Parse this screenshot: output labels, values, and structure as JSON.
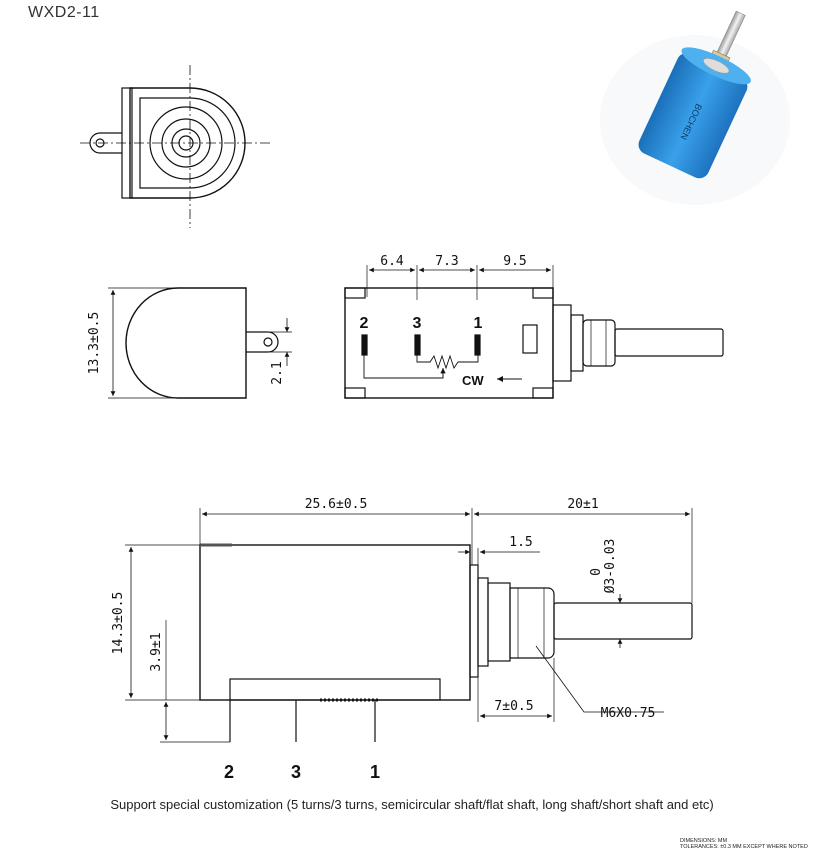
{
  "title": "WXD2-11",
  "caption": "Support special customization (5 turns/3 turns, semicircular shaft/flat shaft, long shaft/short shaft and etc)",
  "notes": {
    "line1": "DIMENSIONS: MM",
    "line2": "TOLERANCES: ±0.3 MM EXCEPT WHERE NOTED"
  },
  "product_photo": {
    "label": "BOCHEN",
    "body_color": "#2a8ad6",
    "shaft_color": "#c8c8c8"
  },
  "side_view": {
    "height_label": "13.3±0.5",
    "tab_label": "2.1"
  },
  "front_view": {
    "spacing_labels": [
      "6.4",
      "7.3",
      "9.5"
    ],
    "pin_labels": [
      "2",
      "3",
      "1"
    ],
    "direction_label": "CW"
  },
  "bottom_view": {
    "body_length": "25.6±0.5",
    "shaft_length": "20±1",
    "flange_thickness": "1.5",
    "shaft_dia_tol_upper": "0",
    "shaft_dia_tol_lower": "Ø3-0.03",
    "overall_height": "14.3±0.5",
    "pin_height": "3.9±1",
    "thread_length": "7±0.5",
    "thread_label": "M6X0.75",
    "pin_labels": [
      "2",
      "3",
      "1"
    ]
  }
}
